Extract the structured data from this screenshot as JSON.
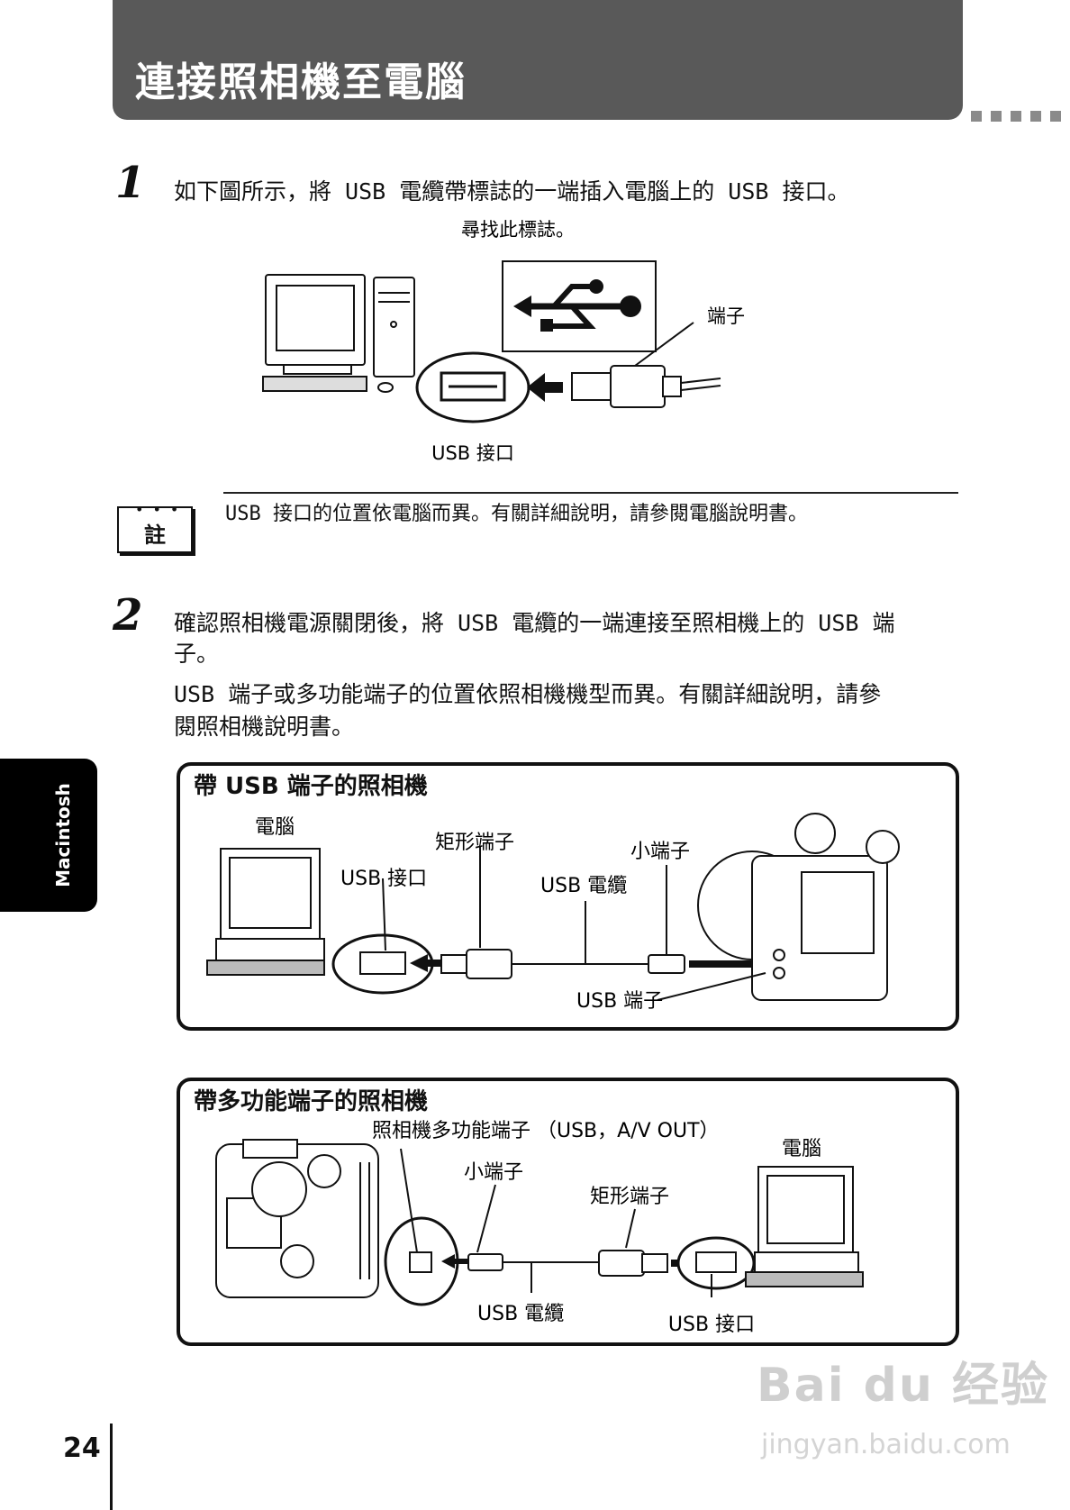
{
  "header": {
    "title": "連接照相機至電腦"
  },
  "step1": {
    "number": "1",
    "text": "如下圖所示，將 USB 電纜帶標誌的一端插入電腦上的 USB 接口。",
    "fig": {
      "logo_caption": "尋找此標誌。",
      "connector_label": "端子",
      "port_label": "USB 接口"
    }
  },
  "note": {
    "icon_label": "註",
    "text": "USB 接口的位置依電腦而異。有關詳細說明，請參閱電腦說明書。"
  },
  "step2": {
    "number": "2",
    "text_line1": "確認照相機電源關閉後，將 USB 電纜的一端連接至照相機上的 USB 端",
    "text_line2": "子。",
    "body_line1": "USB 端子或多功能端子的位置依照相機機型而異。有關詳細說明，請參",
    "body_line2": "閱照相機說明書。"
  },
  "box1": {
    "title": "帶 USB 端子的照相機",
    "computer": "電腦",
    "usb_port": "USB 接口",
    "rect_connector": "矩形端子",
    "usb_cable": "USB 電纜",
    "small_connector": "小端子",
    "usb_terminal": "USB 端子"
  },
  "box2": {
    "title": "帶多功能端子的照相機",
    "multi_terminal": "照相機多功能端子 （USB，A/V OUT）",
    "small_connector": "小端子",
    "rect_connector": "矩形端子",
    "computer": "電腦",
    "usb_cable": "USB 電纜",
    "usb_port": "USB 接口"
  },
  "sidebar": {
    "label": "Macintosh"
  },
  "footer": {
    "page_number": "24"
  },
  "watermark": {
    "main": "Bai du 经验",
    "sub": "jingyan.baidu.com"
  }
}
